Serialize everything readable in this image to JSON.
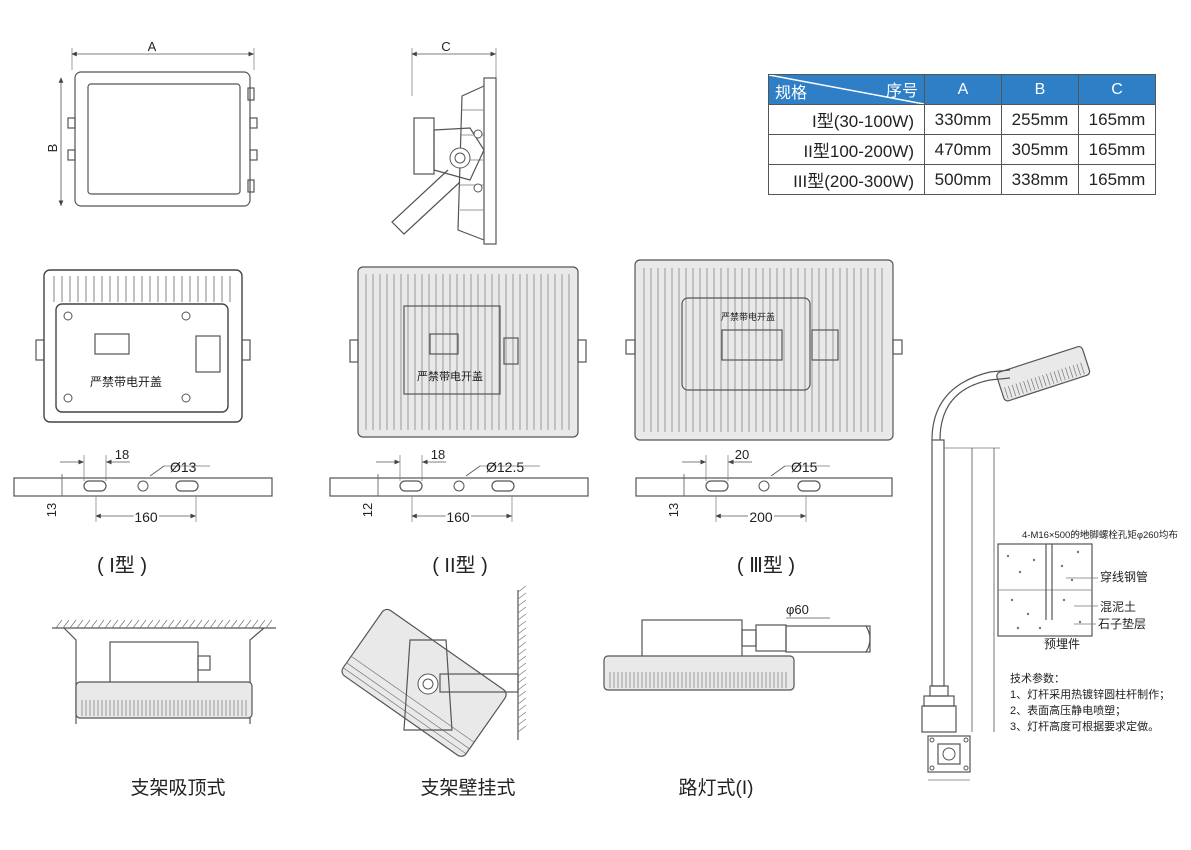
{
  "table": {
    "corner_top": "序号",
    "corner_bottom": "规格",
    "headers": [
      "A",
      "B",
      "C"
    ],
    "rows": [
      {
        "label": "I型(30-100W)",
        "a": "330mm",
        "b": "255mm",
        "c": "165mm"
      },
      {
        "label": "II型100-200W)",
        "a": "470mm",
        "b": "305mm",
        "c": "165mm"
      },
      {
        "label": "III型(200-300W)",
        "a": "500mm",
        "b": "338mm",
        "c": "165mm"
      }
    ]
  },
  "views": {
    "front_dim": "A",
    "height_dim": "B",
    "side_dim": "C",
    "cover_label_1": "严禁带电开盖",
    "cover_label_2": "严禁带电开盖",
    "cover_label_3": "严禁带电开盖"
  },
  "brackets": [
    {
      "slot": "18",
      "hole": "Ø13",
      "edge": "13",
      "span": "160",
      "caption": "( I型 )"
    },
    {
      "slot": "18",
      "hole": "Ø12.5",
      "edge": "12",
      "span": "160",
      "caption": "( II型 )"
    },
    {
      "slot": "20",
      "hole": "Ø15",
      "edge": "13",
      "span": "200",
      "caption": "( Ⅲ型 )"
    }
  ],
  "mounts": {
    "ceiling": "支架吸顶式",
    "wall": "支架壁挂式",
    "street": "路灯式(I)",
    "pipe": "φ60"
  },
  "pole": {
    "bolt_note": "4-M16×500的地脚螺栓孔矩φ260均布",
    "conduit": "穿线钢管",
    "concrete": "混泥土",
    "gravel": "石子垫层",
    "embedded": "预埋件",
    "tech_title": "技术参数：",
    "tech_items": [
      "1、灯杆采用热镀锌圆柱杆制作；",
      "2、表面高压静电喷塑；",
      "3、灯杆高度可根据要求定做。"
    ]
  }
}
